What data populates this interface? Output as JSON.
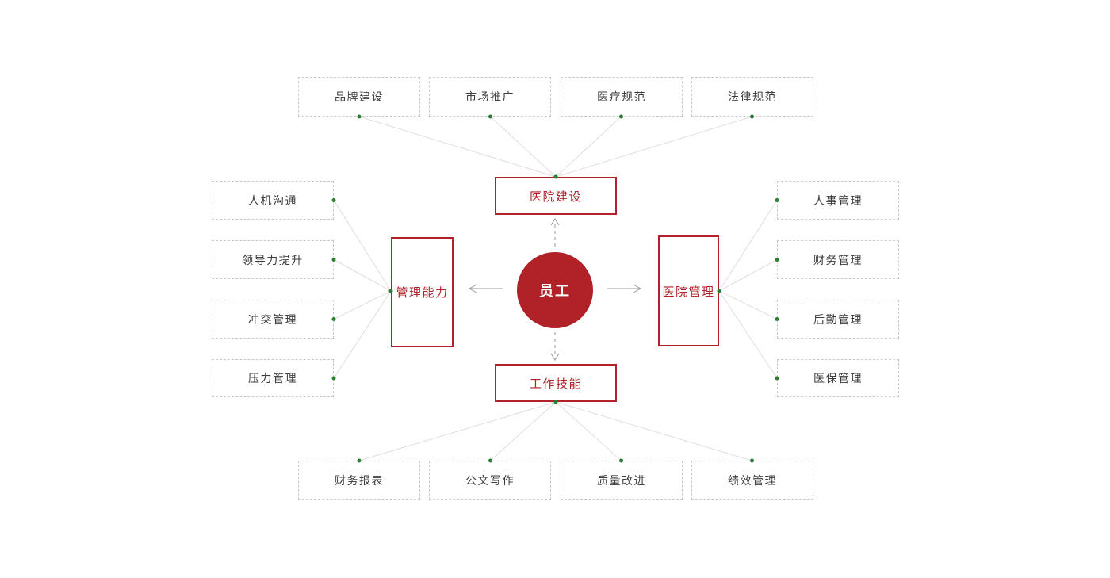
{
  "diagram": {
    "center": {
      "label": "员工"
    },
    "branches": {
      "top": {
        "label": "医院建设",
        "children": [
          "品牌建设",
          "市场推广",
          "医疗规范",
          "法律规范"
        ]
      },
      "left": {
        "label": "管理能力",
        "children": [
          "人机沟通",
          "领导力提升",
          "冲突管理",
          "压力管理"
        ]
      },
      "right": {
        "label": "医院管理",
        "children": [
          "人事管理",
          "财务管理",
          "后勤管理",
          "医保管理"
        ]
      },
      "bottom": {
        "label": "工作技能",
        "children": [
          "财务报表",
          "公文写作",
          "质量改进",
          "绩效管理"
        ]
      }
    },
    "colors": {
      "accent_red": "#b02228",
      "leaf_text": "#3c3c3c",
      "leaf_border": "#c9c9c9",
      "connector_line": "#dedede",
      "arrow_gray": "#999999",
      "dot_green": "#2f7d32",
      "background": "#ffffff"
    }
  }
}
